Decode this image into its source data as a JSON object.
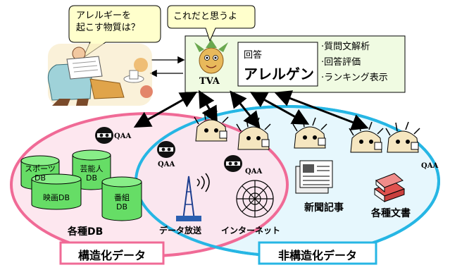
{
  "bubbles": {
    "question": [
      "アレルギーを",
      "起こす物質は？"
    ],
    "answer_remark": "これだと思うよ"
  },
  "tva": {
    "label": "TVA",
    "answer_title": "回答",
    "answer_value": "アレルゲン",
    "features": [
      "·質問文解析",
      "·回答評価",
      "·ランキング表示"
    ]
  },
  "agents": {
    "label": "QAA"
  },
  "databases": {
    "items": [
      {
        "line1": "スポーツ",
        "line2": "DB"
      },
      {
        "line1": "芸能人",
        "line2": "DB"
      },
      {
        "line1": "映画DB",
        "line2": ""
      },
      {
        "line1": "番組",
        "line2": "DB"
      }
    ],
    "group_label": "各種DB"
  },
  "sources": {
    "broadcast": "データ放送",
    "internet": "インターネット",
    "newspaper": "新聞記事",
    "documents": "各種文書"
  },
  "regions": {
    "structured": "構造化データ",
    "unstructured": "非構造化データ"
  },
  "colors": {
    "structured_border": "#f06a96",
    "unstructured_border": "#26b6e4",
    "tva_fill": "#f0fbe2",
    "bubble_fill": "#ffffcc",
    "structured_fill": "#fde3ec",
    "unstructured_fill": "#e6f7fd"
  }
}
